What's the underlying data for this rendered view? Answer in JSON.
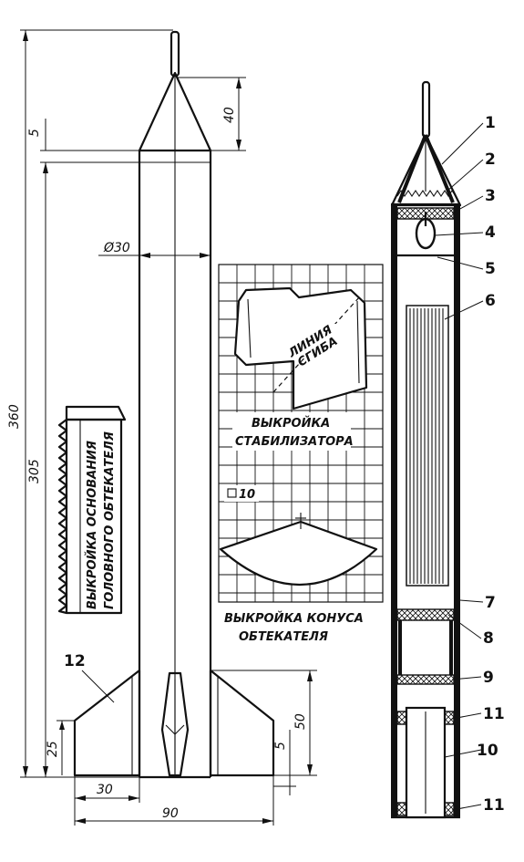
{
  "dimensions": {
    "total_height": "360",
    "body_length": "305",
    "nose_height": "40",
    "gap": "5",
    "diameter": "Ø30",
    "fin_root": "25",
    "fin_height": "50",
    "fin_tip_gap": "5",
    "fin_width": "30",
    "span": "90"
  },
  "patterns": {
    "nose_base": [
      "ВЫКРОЙКА ОСНОВАНИЯ",
      "ГОЛОВНОГО ОБТЕКАТЕЛЯ"
    ],
    "fold_line": [
      "ЛИНИЯ",
      "СГИБА"
    ],
    "stabilizer": [
      "ВЫКРОЙКА",
      "СТАБИЛИЗАТОРА"
    ],
    "grid_scale": "10",
    "nose_cone": [
      "ВЫКРОЙКА КОНУСА",
      "ОБТЕКАТЕЛЯ"
    ]
  },
  "callouts": [
    "1",
    "2",
    "3",
    "4",
    "5",
    "6",
    "7",
    "8",
    "9",
    "10",
    "11",
    "11",
    "12"
  ]
}
